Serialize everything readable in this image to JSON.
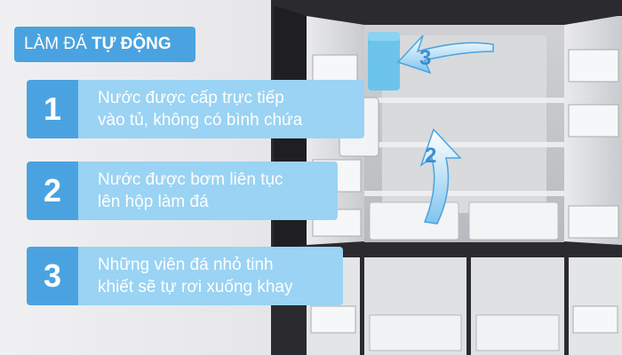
{
  "heading": {
    "prefix": "LÀM ĐÁ",
    "emphasis": "TỰ ĐỘNG"
  },
  "steps": [
    {
      "number": "1",
      "line1": "Nước được cấp trực tiếp",
      "line2": "vào tủ, không có bình chứa"
    },
    {
      "number": "2",
      "line1": "Nước được bơm liên tục",
      "line2": "lên hộp làm đá"
    },
    {
      "number": "3",
      "line1": "Những viên đá nhỏ tinh",
      "line2": "khiết sẽ tự rơi xuống khay"
    }
  ],
  "photo_arrows": [
    {
      "number": "3"
    },
    {
      "number": "2"
    }
  ],
  "colors": {
    "accent": "#4aa3e0",
    "light_accent": "#9ad3f3",
    "background": "#e8e8ea",
    "fridge_body": "#2b2b2f"
  }
}
